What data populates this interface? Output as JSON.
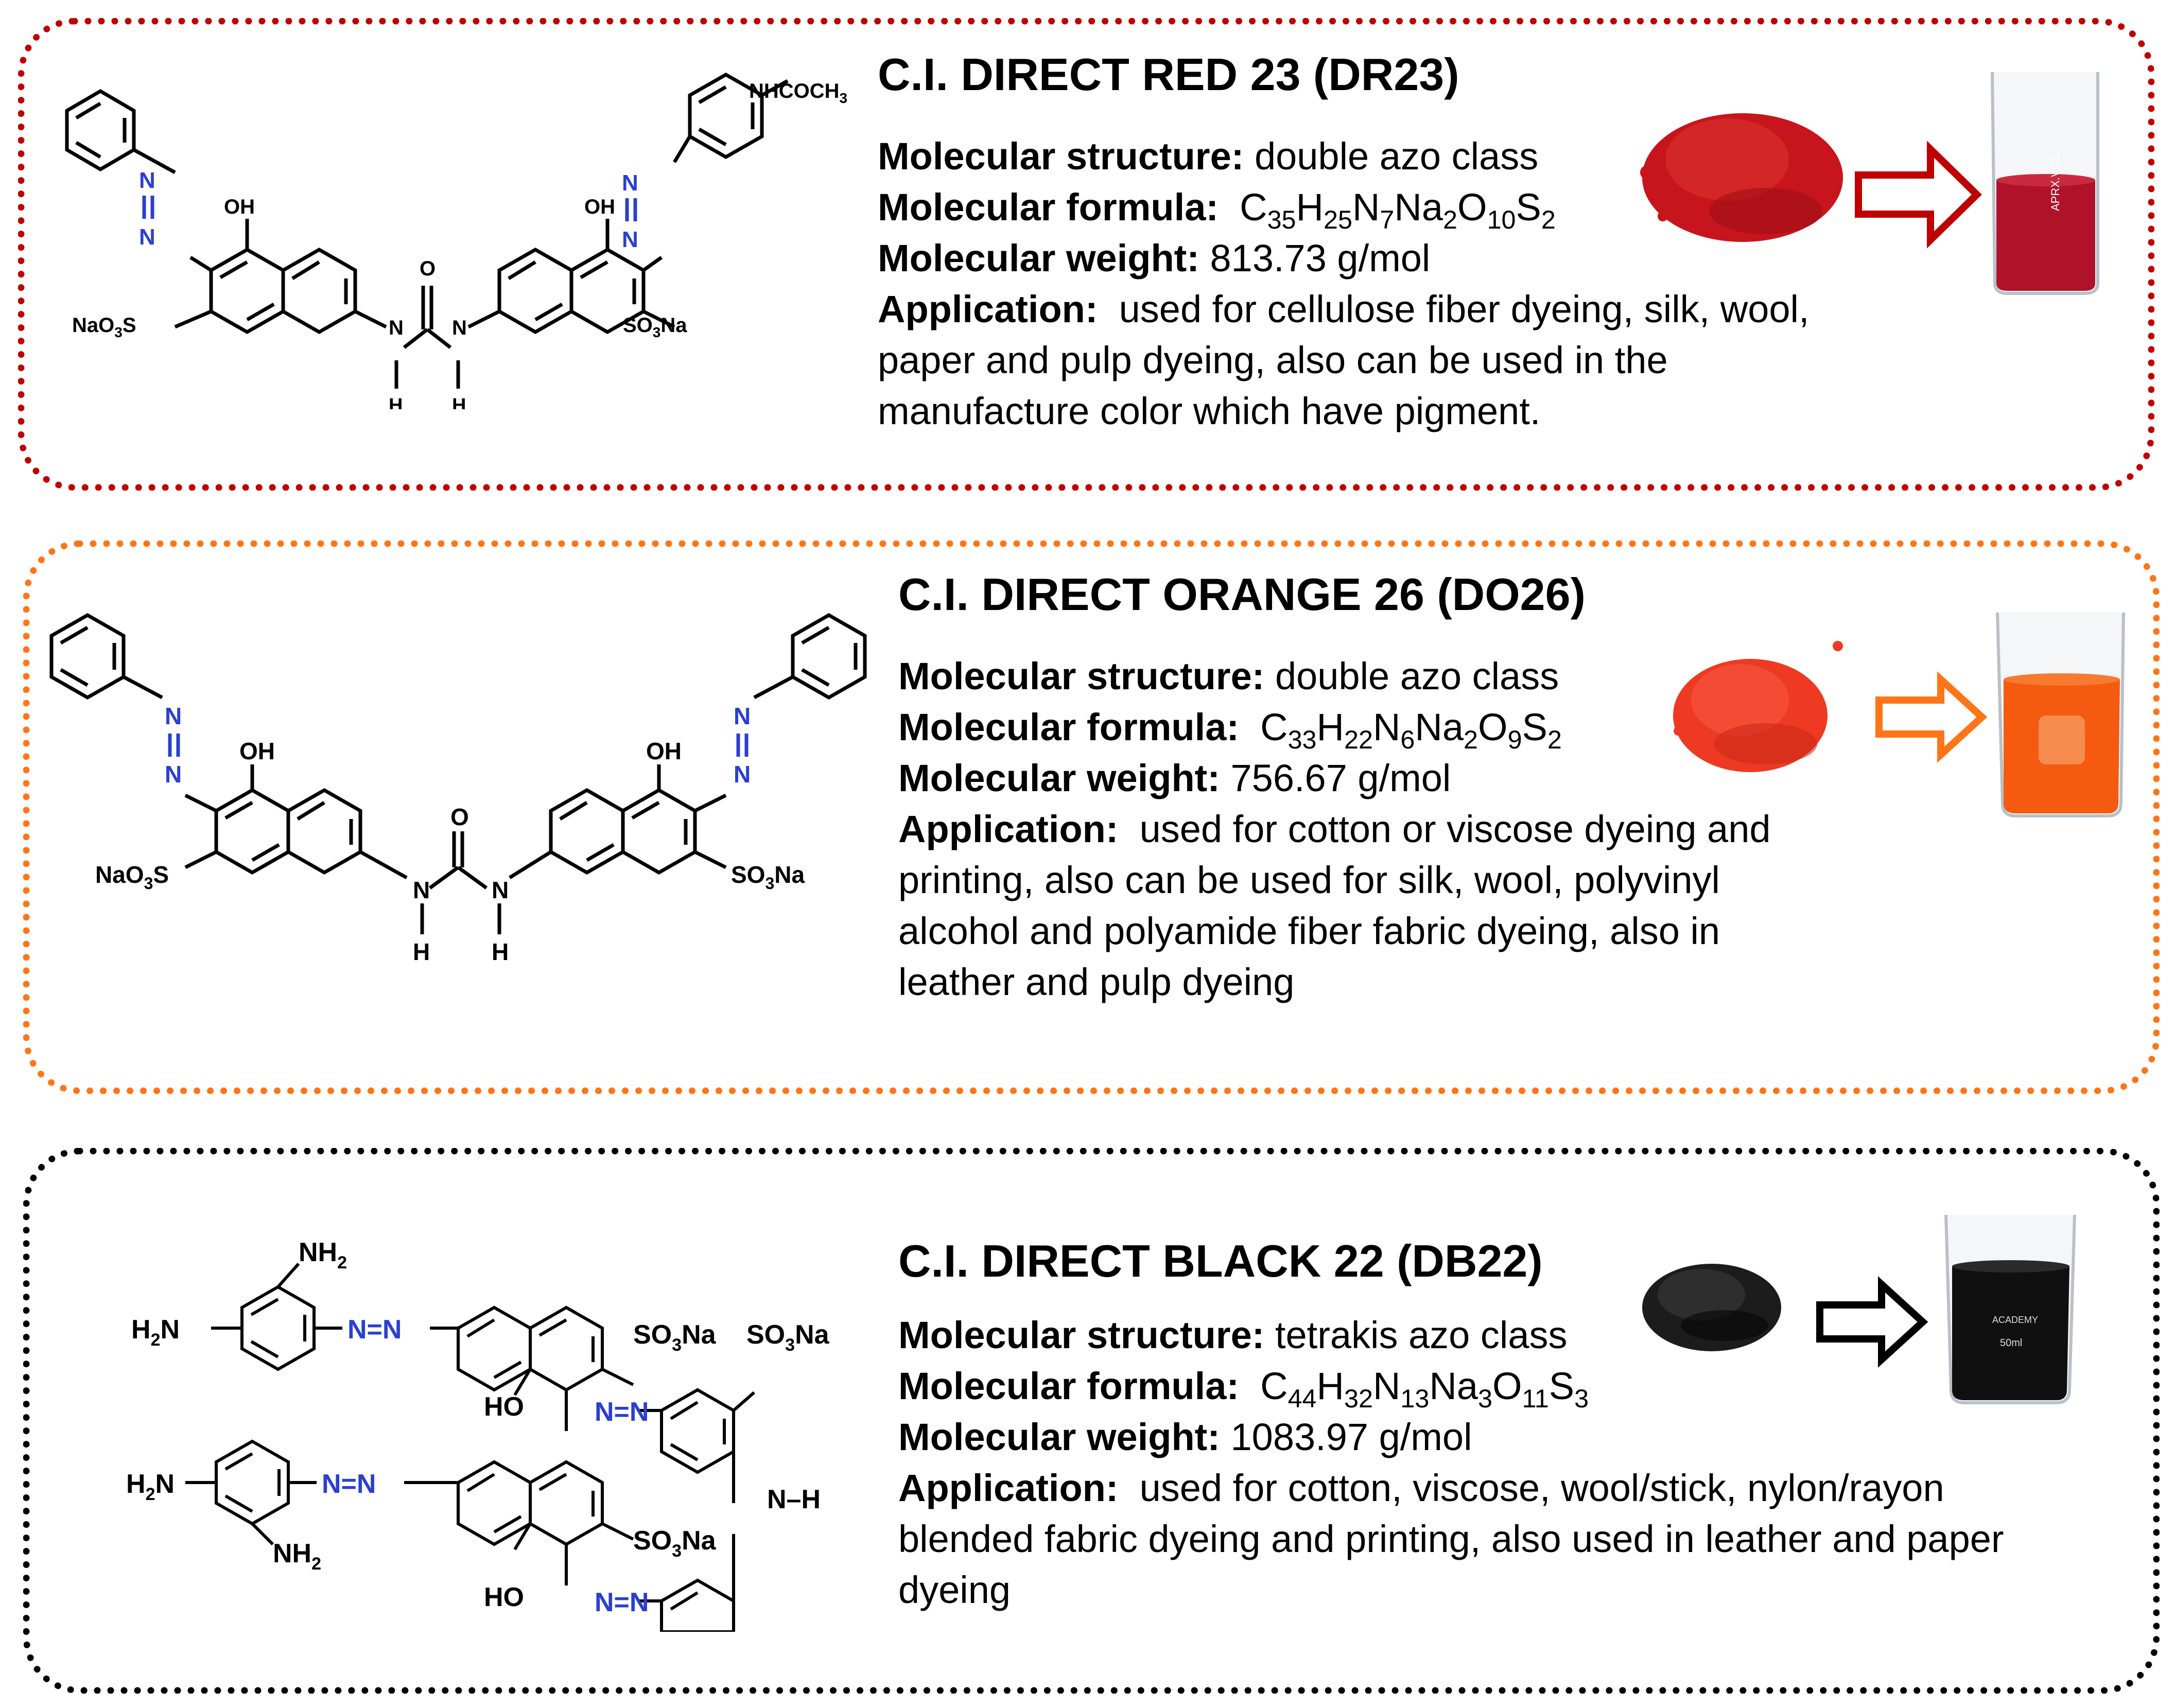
{
  "colors": {
    "dr23_border": "#c00000",
    "do26_border": "#ff7518",
    "db22_border": "#000000",
    "azo_blue": "#2b3fd0",
    "dr23_powder": "#c8141c",
    "dr23_solution": "#b0122a",
    "do26_powder": "#ee3a22",
    "do26_solution": "#f45a10",
    "db22_powder": "#1c1c1c",
    "db22_solution": "#101010"
  },
  "dyes": [
    {
      "id": "dr23",
      "title": "C.I. DIRECT RED 23 (DR23)",
      "structure_label": "Molecular structure:",
      "structure_value": "double azo class",
      "formula_label": "Molecular formula:",
      "formula_parts": [
        {
          "t": "C",
          "s": "35"
        },
        {
          "t": "H",
          "s": "25"
        },
        {
          "t": "N",
          "s": "7"
        },
        {
          "t": "Na",
          "s": "2"
        },
        {
          "t": "O",
          "s": "10"
        },
        {
          "t": "S",
          "s": "2"
        }
      ],
      "weight_label": "Molecular weight:",
      "weight_value": "813.73 g/mol",
      "application_label": "Application:",
      "application_value": "used for cellulose fiber dyeing, silk, wool, paper and pulp dyeing, also can be used in the manufacture color which have pigment.",
      "atoms": {
        "nhcoch3": "NHCOCH",
        "nhcoch3_sub": "3",
        "n": "N",
        "oh": "OH",
        "o": "O",
        "nh_n": "N",
        "h": "H",
        "nao3s": "NaO",
        "nao3s_sub": "3",
        "nao3s_tail": "S",
        "so3na": "SO",
        "so3na_sub": "3",
        "so3na_tail": "Na"
      }
    },
    {
      "id": "do26",
      "title": "C.I. DIRECT ORANGE 26 (DO26)",
      "structure_label": "Molecular structure:",
      "structure_value": "double azo class",
      "formula_label": "Molecular formula:",
      "formula_parts": [
        {
          "t": "C",
          "s": "33"
        },
        {
          "t": "H",
          "s": "22"
        },
        {
          "t": "N",
          "s": "6"
        },
        {
          "t": "Na",
          "s": "2"
        },
        {
          "t": "O",
          "s": "9"
        },
        {
          "t": "S",
          "s": "2"
        }
      ],
      "weight_label": "Molecular weight:",
      "weight_value": "756.67 g/mol",
      "application_label": "Application:",
      "application_value": "used for cotton or viscose dyeing and printing, also can be used for silk, wool, polyvinyl alcohol and polyamide fiber fabric dyeing, also in leather and pulp dyeing",
      "atoms": {
        "n": "N",
        "oh": "OH",
        "o": "O",
        "nh_n": "N",
        "h": "H",
        "nao3s": "NaO",
        "nao3s_sub": "3",
        "nao3s_tail": "S",
        "so3na": "SO",
        "so3na_sub": "3",
        "so3na_tail": "Na"
      }
    },
    {
      "id": "db22",
      "title": "C.I. DIRECT BLACK 22 (DB22)",
      "structure_label": "Molecular structure:",
      "structure_value": "tetrakis azo class",
      "formula_label": "Molecular formula:",
      "formula_parts": [
        {
          "t": "C",
          "s": "44"
        },
        {
          "t": "H",
          "s": "32"
        },
        {
          "t": "N",
          "s": "13"
        },
        {
          "t": "Na",
          "s": "3"
        },
        {
          "t": "O",
          "s": "11"
        },
        {
          "t": "S",
          "s": "3"
        }
      ],
      "weight_label": "Molecular weight:",
      "weight_value": "1083.97 g/mol",
      "application_label": "Application:",
      "application_value": "used for cotton, viscose, wool/stick, nylon/rayon blended fabric dyeing and printing, also used in leather and paper dyeing",
      "atoms": {
        "nh2": "NH",
        "nh2_sub": "2",
        "h2n": "H",
        "h2n_sub": "2",
        "h2n_tail": "N",
        "azo": "N=N",
        "so3na": "SO",
        "so3na_sub": "3",
        "so3na_tail": "Na",
        "ho": "HO",
        "nh": "N–H"
      }
    }
  ],
  "beaker_labels": {
    "dr23": "APRX.VOL.",
    "db22_brand": "ACADEMY",
    "db22_volume": "50ml"
  }
}
